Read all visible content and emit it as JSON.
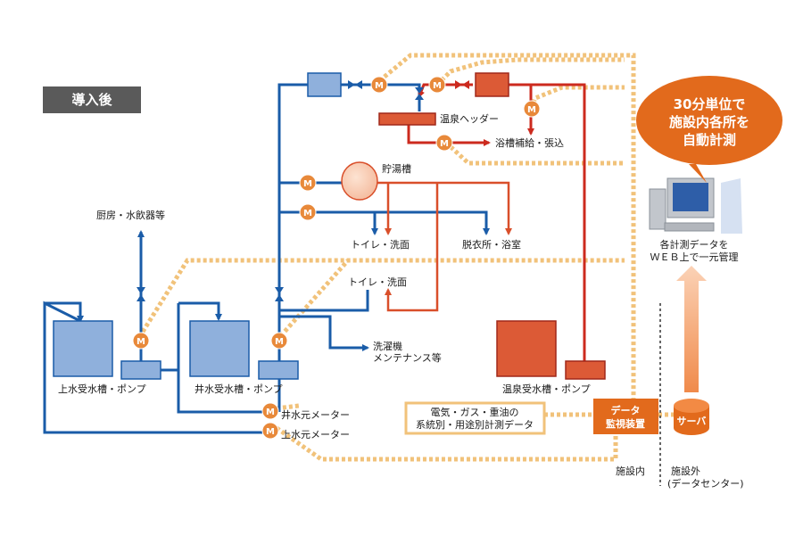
{
  "badge": "導入後",
  "labels": {
    "kitchen": "厨房・水飲器等",
    "onsen_header": "温泉ヘッダー",
    "bath_supply": "浴槽補給・張込",
    "storage": "貯湯槽",
    "toilet1": "トイレ・洗面",
    "dressing": "脱衣所・浴室",
    "toilet2": "トイレ・洗面",
    "washer_line1": "洗濯機",
    "washer_line2": "メンテナンス等",
    "tap_tank": "上水受水槽・ポンプ",
    "well_tank": "井水受水槽・ポンプ",
    "onsen_tank": "温泉受水槽・ポンプ",
    "well_meter": "井水元メーター",
    "tap_meter": "上水元メーター",
    "other_line1": "電気・ガス・重油の",
    "other_line2": "系統別・用途別計測データ",
    "monitor_line1": "データ",
    "monitor_line2": "監視装置",
    "server": "サーバ",
    "web_line1": "各計測データを",
    "web_line2": "ＷＥＢ上で一元管理",
    "inside": "施設内",
    "outside_line1": "施設外",
    "outside_line2": "(データセンター)",
    "bubble_line1": "30分単位で",
    "bubble_line2": "施設内各所を",
    "bubble_line3": "自動計測",
    "meter": "M"
  },
  "colors": {
    "water": "#1a5ca8",
    "hot": "#d94f2a",
    "onsen": "#cc2a1e",
    "data": "#f1c27a",
    "monitor": "#e26a1c",
    "tank_blue": "#8fb0dc",
    "tank_red": "#dc5a36",
    "badge": "#5a5a5a"
  },
  "icons": [
    "meter-icon",
    "valve-icon",
    "computer-icon",
    "server-icon",
    "arrow-up-icon"
  ]
}
